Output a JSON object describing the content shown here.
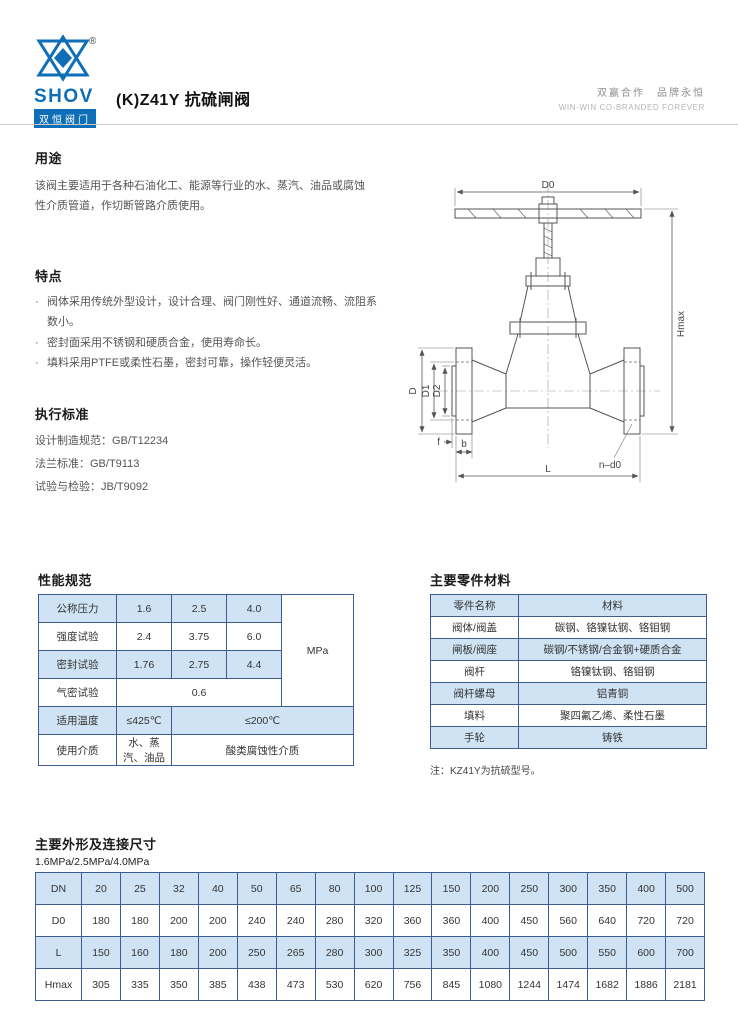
{
  "colors": {
    "accent": "#0e6eb8",
    "table_border": "#3f5c92",
    "row_blue": "#cfe3f5"
  },
  "header": {
    "logo_text": "SHOV",
    "logo_sub": "双恒阀门",
    "reg": "®",
    "title": "(K)Z41Y 抗硫闸阀",
    "tagline_cn": "双赢合作　品牌永恒",
    "tagline_en": "WIN-WIN CO-BRANDED FOREVER"
  },
  "usage": {
    "heading": "用途",
    "body": "该阀主要适用于各种石油化工、能源等行业的水、蒸汽、油品或腐蚀性介质管道，作切断管路介质使用。"
  },
  "features": {
    "heading": "特点",
    "bullet": "·",
    "items": [
      "阀体采用传统外型设计，设计合理、阀门刚性好、通道流畅、流阻系数小。",
      "密封面采用不锈钢和硬质合金，使用寿命长。",
      "填料采用PTFE或柔性石墨，密封可靠，操作轻便灵活。"
    ]
  },
  "standards": {
    "heading": "执行标准",
    "items": [
      "设计制造规范：GB/T12234",
      "法兰标准：GB/T9113",
      "试验与检验：JB/T9092"
    ]
  },
  "drawing": {
    "d0": "D0",
    "hmax": "Hmax",
    "d": "D",
    "d1": "D1",
    "d2": "D2",
    "ndo": "n–d0",
    "f": "f",
    "b": "b",
    "l": "L"
  },
  "performance": {
    "heading": "性能规范",
    "unit": "MPa",
    "nominal": {
      "label": "公称压力",
      "v1": "1.6",
      "v2": "2.5",
      "v3": "4.0"
    },
    "strength": {
      "label": "强度试验",
      "v1": "2.4",
      "v2": "3.75",
      "v3": "6.0"
    },
    "seal": {
      "label": "密封试验",
      "v1": "1.76",
      "v2": "2.75",
      "v3": "4.4"
    },
    "air": {
      "label": "气密试验",
      "value": "0.6"
    },
    "temp": {
      "label": "适用温度",
      "v1": "≤425℃",
      "v2": "≤200℃"
    },
    "medium": {
      "label": "使用介质",
      "v1": "水、蒸汽、油品",
      "v2": "酸类腐蚀性介质"
    }
  },
  "materials": {
    "heading": "主要零件材料",
    "col1": "零件名称",
    "col2": "材料",
    "rows": [
      {
        "part": "阀体/阀盖",
        "material": "碳钢、铬镍钛钢、铬钼钢"
      },
      {
        "part": "闸板/阀座",
        "material": "碳钢/不锈钢/合金钢+硬质合金"
      },
      {
        "part": "阀杆",
        "material": "铬镍钛钢、铬钼钢"
      },
      {
        "part": "阀杆螺母",
        "material": "铝青铜"
      },
      {
        "part": "填料",
        "material": "聚四氟乙烯、柔性石墨"
      },
      {
        "part": "手轮",
        "material": "铸铁"
      }
    ],
    "note": "注：KZ41Y为抗硫型号。"
  },
  "dimensions": {
    "heading": "主要外形及连接尺寸",
    "pressure": "1.6MPa/2.5MPa/4.0MPa",
    "rows": [
      {
        "label": "DN",
        "values": [
          "20",
          "25",
          "32",
          "40",
          "50",
          "65",
          "80",
          "100",
          "125",
          "150",
          "200",
          "250",
          "300",
          "350",
          "400",
          "500"
        ]
      },
      {
        "label": "D0",
        "values": [
          "180",
          "180",
          "200",
          "200",
          "240",
          "240",
          "280",
          "320",
          "360",
          "360",
          "400",
          "450",
          "560",
          "640",
          "720",
          "720"
        ]
      },
      {
        "label": "L",
        "values": [
          "150",
          "160",
          "180",
          "200",
          "250",
          "265",
          "280",
          "300",
          "325",
          "350",
          "400",
          "450",
          "500",
          "550",
          "600",
          "700"
        ]
      },
      {
        "label": "Hmax",
        "values": [
          "305",
          "335",
          "350",
          "385",
          "438",
          "473",
          "530",
          "620",
          "756",
          "845",
          "1080",
          "1244",
          "1474",
          "1682",
          "1886",
          "2181"
        ]
      }
    ]
  }
}
